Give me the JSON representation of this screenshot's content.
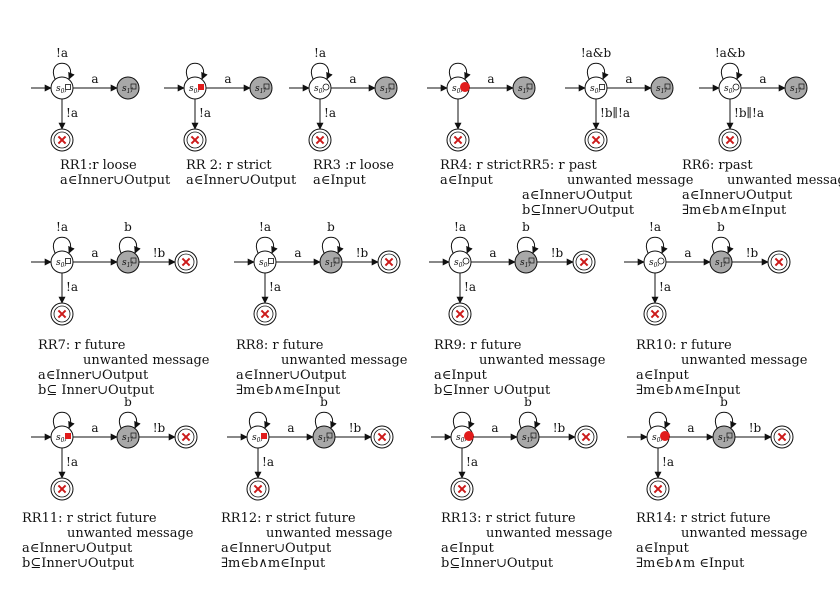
{
  "figures": [
    {
      "rule": "RR1:r loose",
      "cond": [
        "a∈Inner∪Output"
      ],
      "self0": "!a",
      "trans": "a",
      "bot": "!a",
      "kind": "basic",
      "init": "square"
    },
    {
      "rule": "RR 2: r strict",
      "cond": [
        "a∈Inner∪Output"
      ],
      "self0": "",
      "trans": "a",
      "bot": "!a",
      "kind": "basic",
      "init": "redsquare"
    },
    {
      "rule": "RR3 :r loose",
      "cond": [
        "a∈Input"
      ],
      "self0": "!a",
      "trans": "a",
      "bot": "!a",
      "kind": "basic",
      "init": "circle"
    },
    {
      "rule": "RR4: r strict",
      "cond": [
        "a∈Input"
      ],
      "self0": "",
      "trans": "a",
      "bot": "",
      "kind": "basic",
      "init": "redcircle"
    },
    {
      "rule": "RR5: r past",
      "sub": "unwanted message",
      "cond": [
        "a∈Inner∪Output",
        "b⊆Inner∪Output"
      ],
      "self0": "!a&b",
      "trans": "a",
      "bot": "!b∥!a",
      "kind": "basic",
      "init": "square"
    },
    {
      "rule": "RR6: rpast",
      "sub": "unwanted message",
      "cond": [
        "a∈Inner∪Output",
        "∃m∈b∧m∈Input"
      ],
      "self0": "!a&b",
      "trans": "a",
      "bot": "!b∥!a",
      "kind": "basic",
      "init": "circle"
    },
    {
      "rule": "RR7: r future",
      "sub": "unwanted message",
      "cond": [
        "a∈Inner∪Output",
        "b⊆ Inner∪Output"
      ],
      "self0": "!a",
      "self1": "b",
      "trans": "a",
      "out": "!b",
      "bot": "!a",
      "kind": "future",
      "init": "square"
    },
    {
      "rule": "RR8: r future",
      "sub": "unwanted message",
      "cond": [
        "a∈Inner∪Output",
        "∃m∈b∧m∈Input"
      ],
      "self0": "!a",
      "self1": "b",
      "trans": "a",
      "out": "!b",
      "bot": "!a",
      "kind": "future",
      "init": "square"
    },
    {
      "rule": "RR9: r future",
      "sub": "unwanted message",
      "cond": [
        "a∈Input",
        "b⊆Inner ∪Output"
      ],
      "self0": "!a",
      "self1": "b",
      "trans": "a",
      "out": "!b",
      "bot": "!a",
      "kind": "future",
      "init": "circle"
    },
    {
      "rule": "RR10: r future",
      "sub": "unwanted message",
      "cond": [
        "a∈Input",
        "∃m∈b∧m∈Input"
      ],
      "self0": "!a",
      "self1": "b",
      "trans": "a",
      "out": "!b",
      "bot": "!a",
      "kind": "future",
      "init": "circle"
    },
    {
      "rule": "RR11: r strict future",
      "sub": "unwanted message",
      "cond": [
        "a∈Inner∪Output",
        "b⊆Inner∪Output"
      ],
      "self0": "",
      "self1": "b",
      "trans": "a",
      "out": "!b",
      "bot": "!a",
      "kind": "future",
      "init": "redsquare"
    },
    {
      "rule": "RR12: r strict future",
      "sub": "unwanted message",
      "cond": [
        "a∈Inner∪Output",
        "∃m∈b∧m∈Input"
      ],
      "self0": "",
      "self1": "b",
      "trans": "a",
      "out": "!b",
      "bot": "!a",
      "kind": "future",
      "init": "redsquare"
    },
    {
      "rule": "RR13:  r strict future",
      "sub": "unwanted message",
      "cond": [
        "a∈Input",
        "b⊆Inner∪Output"
      ],
      "self0": "",
      "self1": "b",
      "trans": "a",
      "out": "!b",
      "bot": "!a",
      "kind": "future",
      "init": "redcircle"
    },
    {
      "rule": "RR14:  r strict future",
      "sub": "unwanted message",
      "cond": [
        "a∈Input",
        "∃m∈b∧m ∈Input"
      ],
      "self0": "",
      "self1": "b",
      "trans": "a",
      "out": "!b",
      "bot": "!a",
      "kind": "future",
      "init": "redcircle"
    }
  ],
  "state0": "s0",
  "state1": "s1",
  "colors": {
    "accept": "#cc1b1b",
    "gray": "#a8a8a8",
    "marker": "#e11b1b",
    "line": "#111111"
  }
}
